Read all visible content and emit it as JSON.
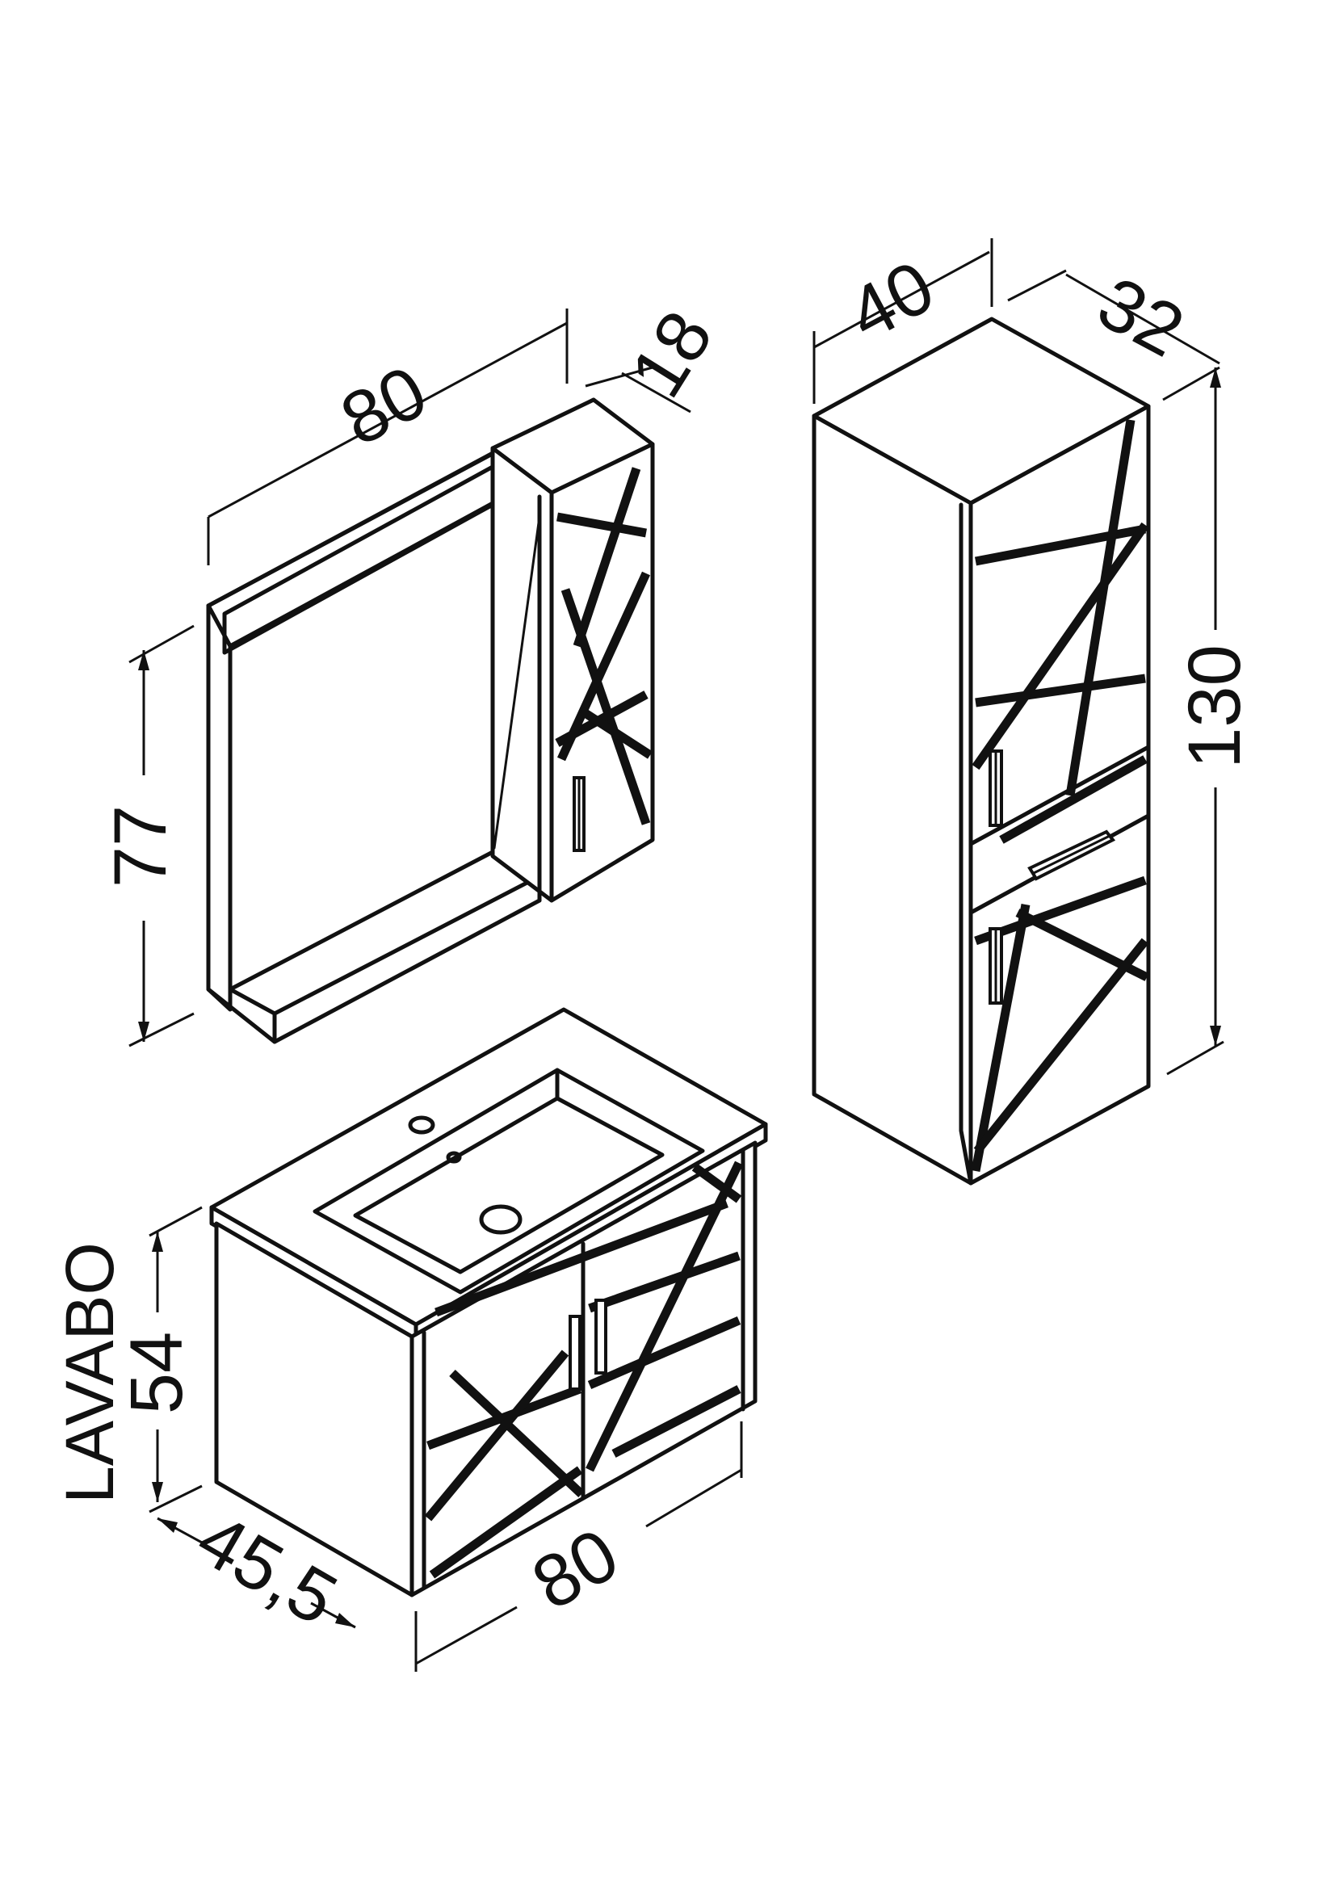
{
  "mirror_cabinet": {
    "width": "80",
    "depth": "18",
    "height": "77"
  },
  "tall_cabinet": {
    "width": "40",
    "depth": "32",
    "height": "130"
  },
  "sink_cabinet": {
    "label": "LAVABO",
    "height": "54",
    "depth": "45,5",
    "width": "80"
  }
}
